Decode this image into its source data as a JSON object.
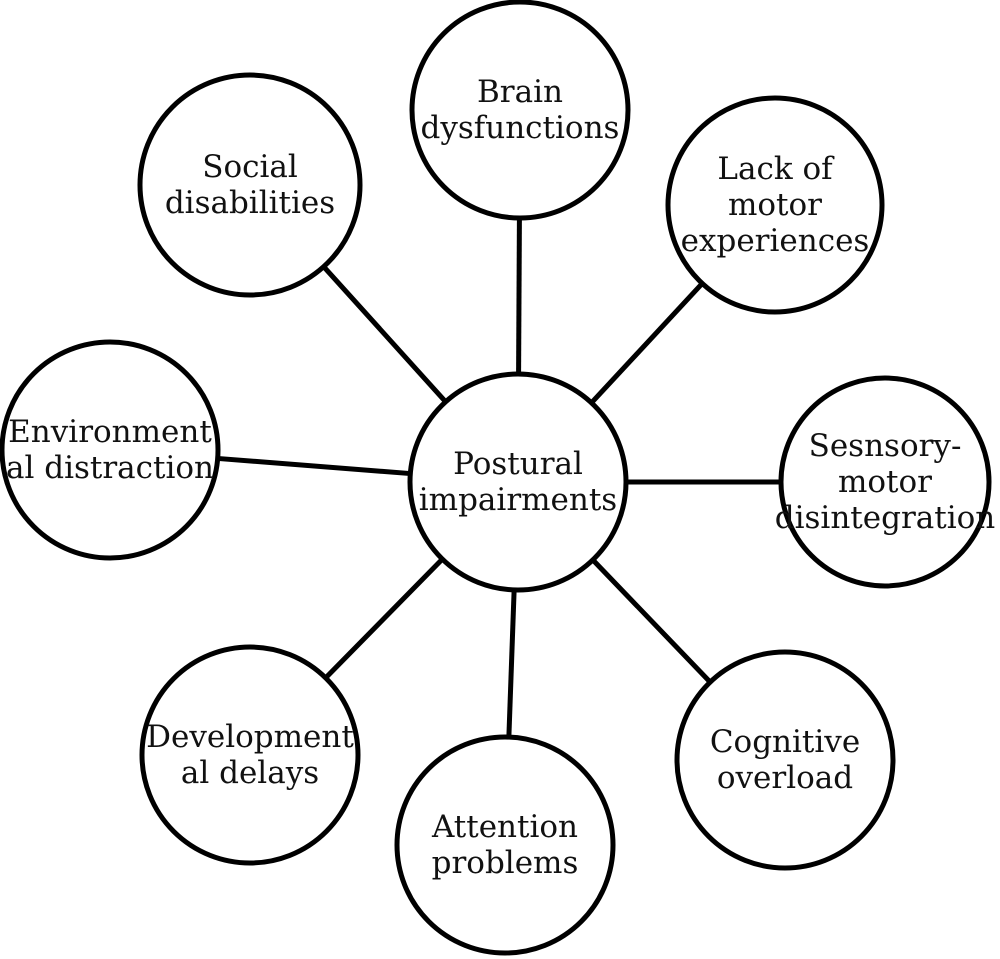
{
  "diagram": {
    "center": {
      "lines": [
        "Postural",
        "impairments"
      ]
    },
    "nodes": [
      {
        "id": "brain",
        "lines": [
          "Brain",
          "dysfunctions"
        ]
      },
      {
        "id": "motor-exp",
        "lines": [
          "Lack of",
          "motor",
          "experiences"
        ]
      },
      {
        "id": "sensory",
        "lines": [
          "Sesnsory-",
          "motor",
          "disintegration"
        ]
      },
      {
        "id": "cognitive",
        "lines": [
          "Cognitive",
          "overload"
        ]
      },
      {
        "id": "attention",
        "lines": [
          "Attention",
          "problems"
        ]
      },
      {
        "id": "developmental",
        "lines": [
          "Development",
          "al delays"
        ]
      },
      {
        "id": "environmental",
        "lines": [
          "Environment",
          "al distraction"
        ]
      },
      {
        "id": "social",
        "lines": [
          "Social",
          "disabilities"
        ]
      }
    ],
    "colors": {
      "stroke": "#000000",
      "fill": "#ffffff",
      "text": "#111111"
    }
  }
}
